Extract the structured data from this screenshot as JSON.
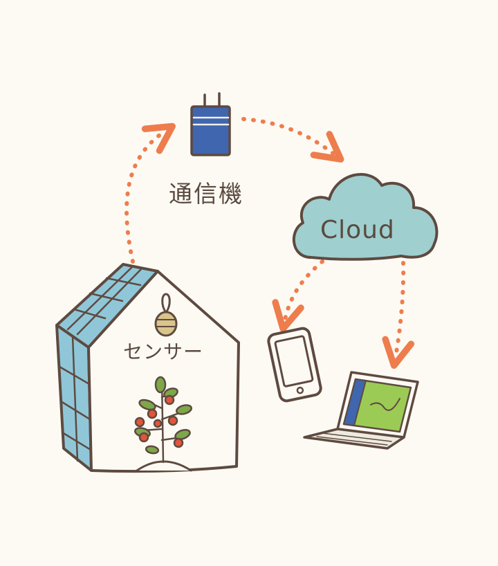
{
  "labels": {
    "communication_device": "通信機",
    "cloud": "Cloud",
    "sensor": "センサー"
  },
  "colors": {
    "outline": "#5e4a40",
    "arrow": "#ee7d4e",
    "cloud_fill": "#9fcfcf",
    "device_blue": "#3f66ae",
    "glass_blue": "#8fc7d8",
    "leaf_green": "#7da84a",
    "tomato": "#e2553a",
    "screen_green": "#9ccb55",
    "background": "#fdfaf4"
  },
  "icons": [
    "communication-device-icon",
    "cloud-icon",
    "greenhouse-icon",
    "sensor-icon",
    "tomato-plant-icon",
    "smartphone-icon",
    "laptop-icon"
  ]
}
